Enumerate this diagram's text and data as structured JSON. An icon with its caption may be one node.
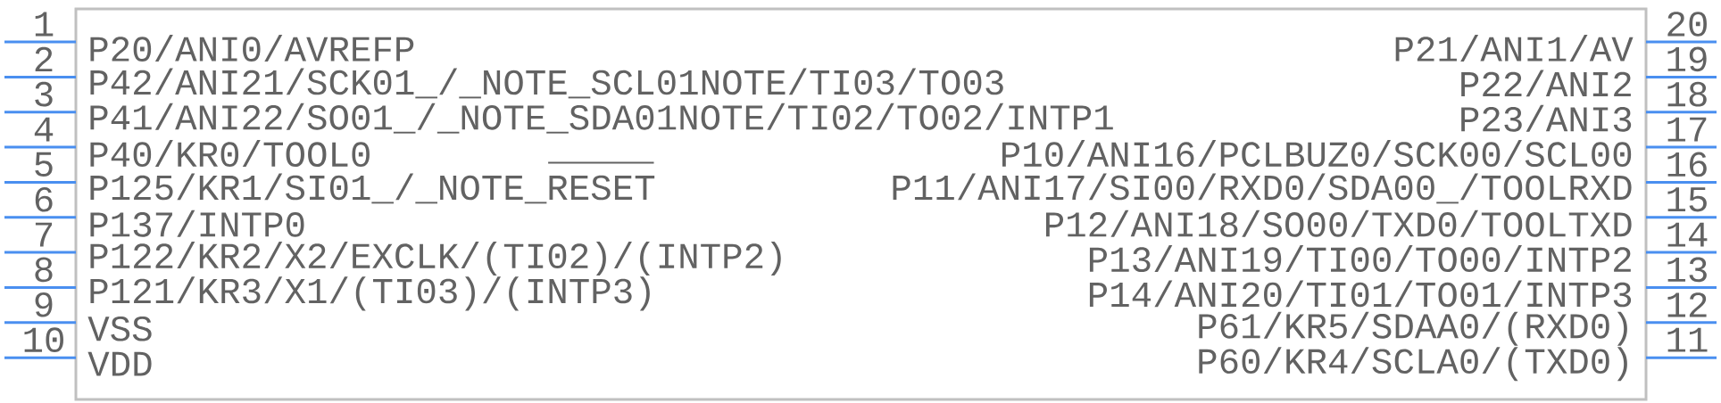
{
  "diagram": {
    "nodes": [
      {
        "text": [],
        "shape": "box"
      },
      {
        "text": [
          "P20/ANI0/AVREFP"
        ],
        "in": 0
      },
      {
        "text": [
          "P42/ANI21/SCK01_/_NOTE_SCL01NOTE/TI03/TO03"
        ],
        "in": 0
      },
      {
        "text": [
          "P41/ANI22/SO01_/_NOTE_SDA01NOTE/TI02/TO02/INTP1"
        ],
        "in": 0
      },
      {
        "text": [
          "P40/KR0/TOOL0"
        ],
        "in": 0
      },
      {
        "text": [
          "P125/KR1/SI01_/_NOTE_RESET"
        ],
        "in": 0
      },
      {
        "text": [
          "P137/INTP0"
        ],
        "in": 0
      },
      {
        "text": [
          "P122/KR2/X2/EXCLK/(TI02)/(INTP2)"
        ],
        "in": 0
      },
      {
        "text": [
          "P121/KR3/X1/(TI03)/(INTP3)"
        ],
        "in": 0
      },
      {
        "text": [
          "VSS"
        ],
        "in": 0
      },
      {
        "text": [
          "VDD"
        ],
        "in": 0
      },
      {
        "text": [
          "P21/ANI1/AV"
        ],
        "in": 0
      },
      {
        "text": [
          "P22/ANI2"
        ],
        "in": 0
      },
      {
        "text": [
          "P23/ANI3"
        ],
        "in": 0
      },
      {
        "text": [
          "P10/ANI16/PCLBUZ0/SCK00/SCL00"
        ],
        "in": 0
      },
      {
        "text": [
          "P11/ANI17/SI00/RXD0/SDA00_/TOOLRXD"
        ],
        "in": 0
      },
      {
        "text": [
          "P12/ANI18/SO00/TXD0/TOOLTXD"
        ],
        "in": 0
      },
      {
        "text": [
          "P13/ANI19/TI00/TO00/INTP2"
        ],
        "in": 0
      },
      {
        "text": [
          "P14/ANI20/TI01/TO01/INTP3"
        ],
        "in": 0
      },
      {
        "text": [
          "P61/KR5/SDAA0/(RXD0)"
        ],
        "in": 0
      },
      {
        "text": [
          "P60/KR4/SCLA0/(TXD0)"
        ],
        "in": 0
      }
    ],
    "edges": [
      {
        "from": null,
        "to": 1,
        "arrow": "none",
        "label": "1"
      },
      {
        "from": null,
        "to": 2,
        "arrow": "none",
        "label": "2"
      },
      {
        "from": null,
        "to": 3,
        "arrow": "none",
        "label": "3"
      },
      {
        "from": null,
        "to": 4,
        "arrow": "none",
        "label": "4"
      },
      {
        "from": null,
        "to": 5,
        "arrow": "none",
        "label": "5"
      },
      {
        "from": null,
        "to": 6,
        "arrow": "none",
        "label": "6"
      },
      {
        "from": null,
        "to": 7,
        "arrow": "none",
        "label": "7"
      },
      {
        "from": null,
        "to": 8,
        "arrow": "none",
        "label": "8"
      },
      {
        "from": null,
        "to": 9,
        "arrow": "none",
        "label": "9"
      },
      {
        "from": null,
        "to": 10,
        "arrow": "none",
        "label": "10"
      },
      {
        "from": null,
        "to": 11,
        "arrow": "none",
        "label": "20"
      },
      {
        "from": null,
        "to": 12,
        "arrow": "none",
        "label": "19"
      },
      {
        "from": null,
        "to": 13,
        "arrow": "none",
        "label": "18"
      },
      {
        "from": null,
        "to": 14,
        "arrow": "none",
        "label": "17"
      },
      {
        "from": null,
        "to": 15,
        "arrow": "none",
        "label": "16"
      },
      {
        "from": null,
        "to": 16,
        "arrow": "none",
        "label": "15"
      },
      {
        "from": null,
        "to": 17,
        "arrow": "none",
        "label": "14"
      },
      {
        "from": null,
        "to": 18,
        "arrow": "none",
        "label": "13"
      },
      {
        "from": null,
        "to": 19,
        "arrow": "none",
        "label": "12"
      },
      {
        "from": null,
        "to": 20,
        "arrow": "none",
        "label": "11"
      }
    ]
  }
}
